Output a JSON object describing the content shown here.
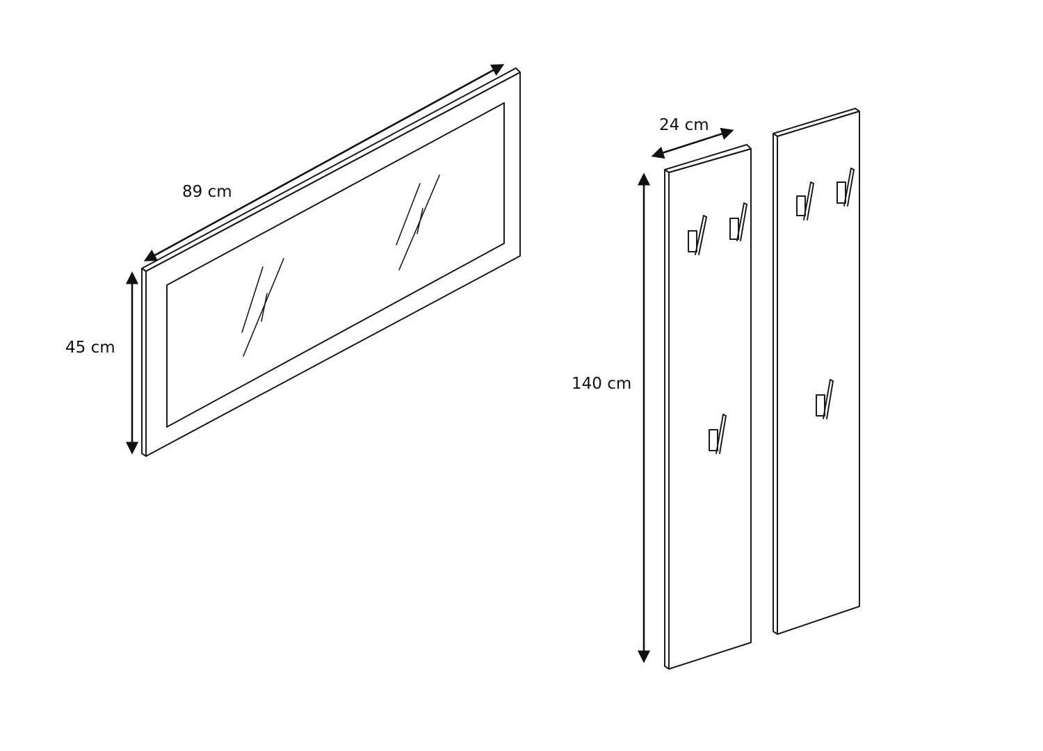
{
  "labels": {
    "mirror_width": "89 cm",
    "mirror_height": "45 cm",
    "panel_width": "24 cm",
    "panel_height": "140 cm"
  },
  "colors": {
    "line": "#1a1a1a",
    "background": "#ffffff"
  }
}
